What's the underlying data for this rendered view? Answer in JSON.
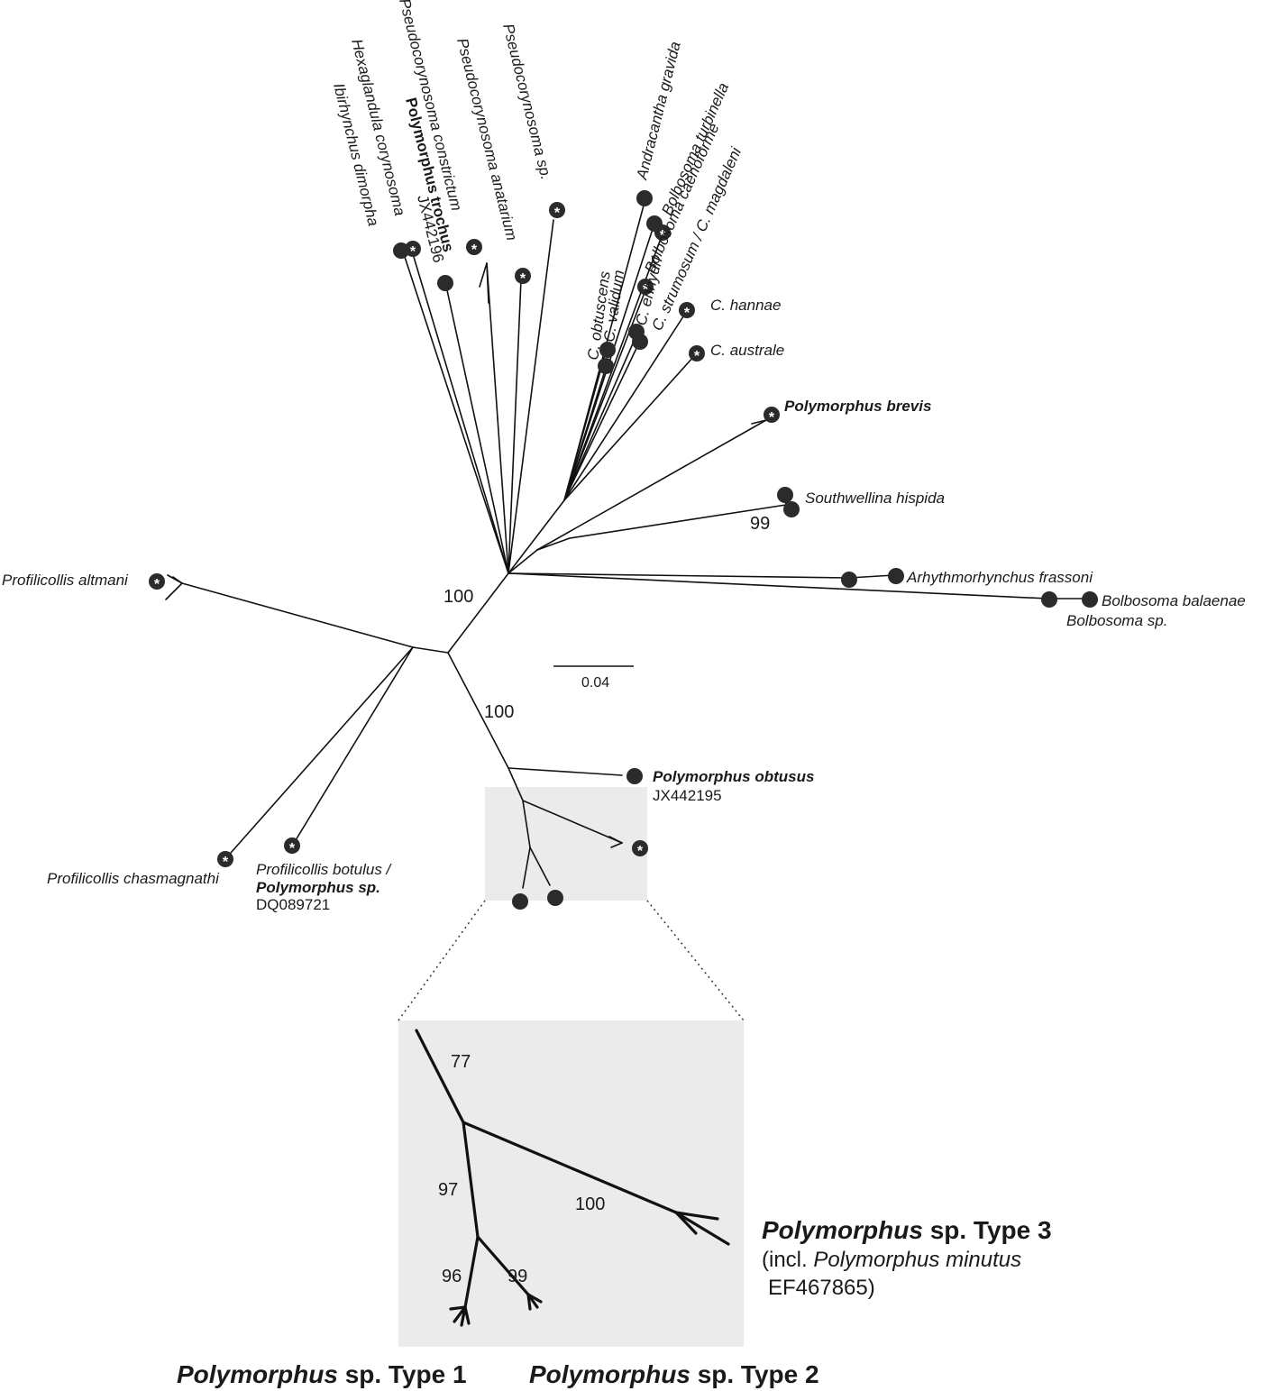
{
  "labels": {
    "hexaglandula": "Hexaglandula corynosoma",
    "ibirhynchus": "Ibirhynchus dimorpha",
    "p_trochus": "Polymorphus trochus",
    "p_trochus_acc": "JX442196",
    "ps_constrictum": "Pseudocorynosoma constrictum",
    "ps_anatarium": "Pseudocorynosoma anatarium",
    "ps_sp": "Pseudocorynosoma sp.",
    "andracantha": "Andracantha gravida",
    "bolb_turbinella": "Bolbosoma turbinella",
    "bolb_caenoforme": "Bolbosoma caenoforme",
    "c_magdaleni": "C. strumosum / C. magdaleni",
    "c_enhydri": "C. enhydri",
    "c_validum": "C. validum",
    "c_obtuscens": "C. obtuscens",
    "c_hannae": "C. hannae",
    "c_australe": "C. australe",
    "p_brevis": "Polymorphus brevis",
    "southwellina": "Southwellina hispida",
    "arhythmorhynchus": "Arhythmorhynchus frassoni",
    "bolb_balaenae": "Bolbosoma balaenae",
    "bolb_sp": "Bolbosoma sp.",
    "profil_altmani": "Profilicollis altmani",
    "profil_chasmagnathi": "Profilicollis chasmagnathi",
    "profil_botulus": "Profilicollis botulus /",
    "poly_sp": "Polymorphus sp.",
    "poly_sp_acc": "DQ089721",
    "p_obtusus": "Polymorphus obtusus",
    "p_obtusus_acc": "JX442195"
  },
  "bootstrap": {
    "southwellina": "99",
    "main_top": "100",
    "main_bottom": "100",
    "inset_77": "77",
    "inset_97": "97",
    "inset_100": "100",
    "inset_96": "96",
    "inset_99": "99"
  },
  "scale_bar": {
    "label": "0.04"
  },
  "star_symbol": "*",
  "inset": {
    "type3_genus": "Polymorphus",
    "type3_rest": " sp. Type 3",
    "type3_incl_pre": "(incl. ",
    "type3_incl_species": "Polymorphus minutus",
    "type3_acc": "EF467865)",
    "type1_genus": "Polymorphus",
    "type1_rest": " sp. Type 1",
    "type2_genus": "Polymorphus",
    "type2_rest": " sp. Type 2"
  },
  "colors": {
    "marker": "#2b2b2b",
    "inset_background": "#ebebeb",
    "line": "#111111"
  }
}
